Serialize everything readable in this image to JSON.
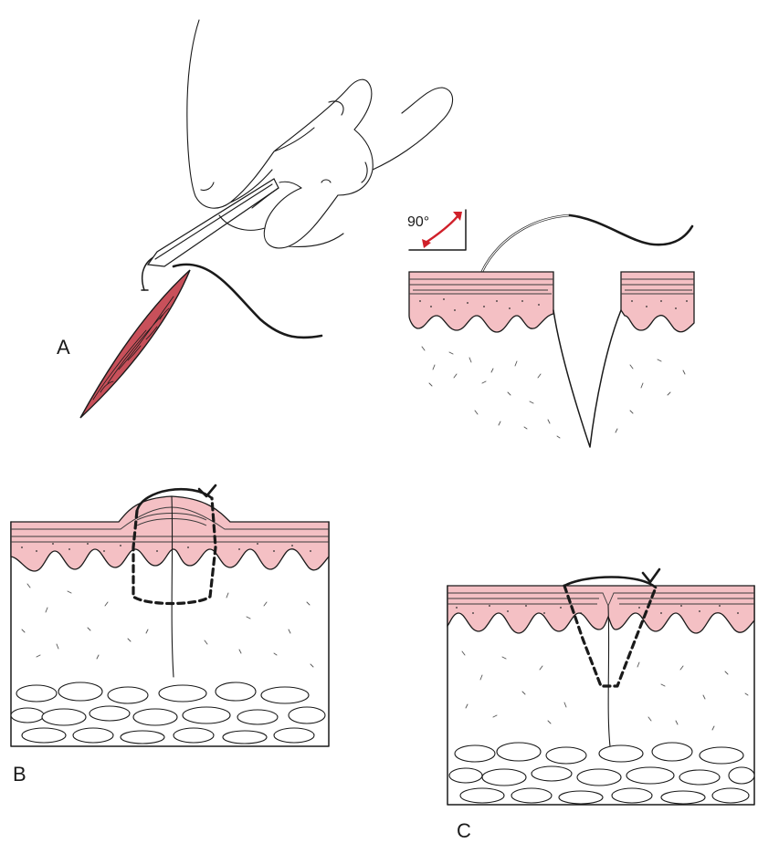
{
  "labels": {
    "panel_a": "A",
    "panel_b": "B",
    "panel_c": "C",
    "angle": "90°"
  },
  "colors": {
    "skin": "#f4c0c4",
    "arrow": "#d0202a",
    "wound": "#c8505a",
    "ink": "#1a1a1a"
  }
}
